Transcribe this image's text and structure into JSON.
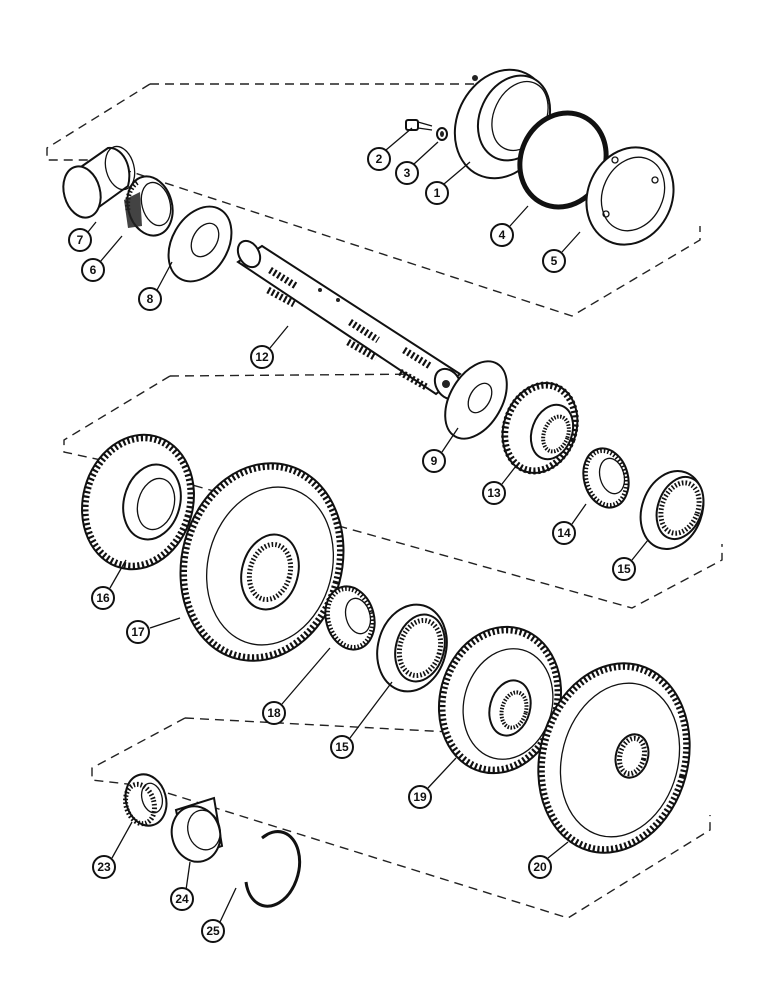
{
  "callouts": [
    {
      "id": "c1",
      "label": "1"
    },
    {
      "id": "c2",
      "label": "2"
    },
    {
      "id": "c3",
      "label": "3"
    },
    {
      "id": "c4",
      "label": "4"
    },
    {
      "id": "c5",
      "label": "5"
    },
    {
      "id": "c6",
      "label": "6"
    },
    {
      "id": "c7",
      "label": "7"
    },
    {
      "id": "c8",
      "label": "8"
    },
    {
      "id": "c9",
      "label": "9"
    },
    {
      "id": "c12",
      "label": "12"
    },
    {
      "id": "c13",
      "label": "13"
    },
    {
      "id": "c14",
      "label": "14"
    },
    {
      "id": "c15a",
      "label": "15"
    },
    {
      "id": "c15b",
      "label": "15"
    },
    {
      "id": "c16",
      "label": "16"
    },
    {
      "id": "c17",
      "label": "17"
    },
    {
      "id": "c18",
      "label": "18"
    },
    {
      "id": "c19",
      "label": "19"
    },
    {
      "id": "c20",
      "label": "20"
    },
    {
      "id": "c23",
      "label": "23"
    },
    {
      "id": "c24",
      "label": "24"
    },
    {
      "id": "c25",
      "label": "25"
    }
  ]
}
